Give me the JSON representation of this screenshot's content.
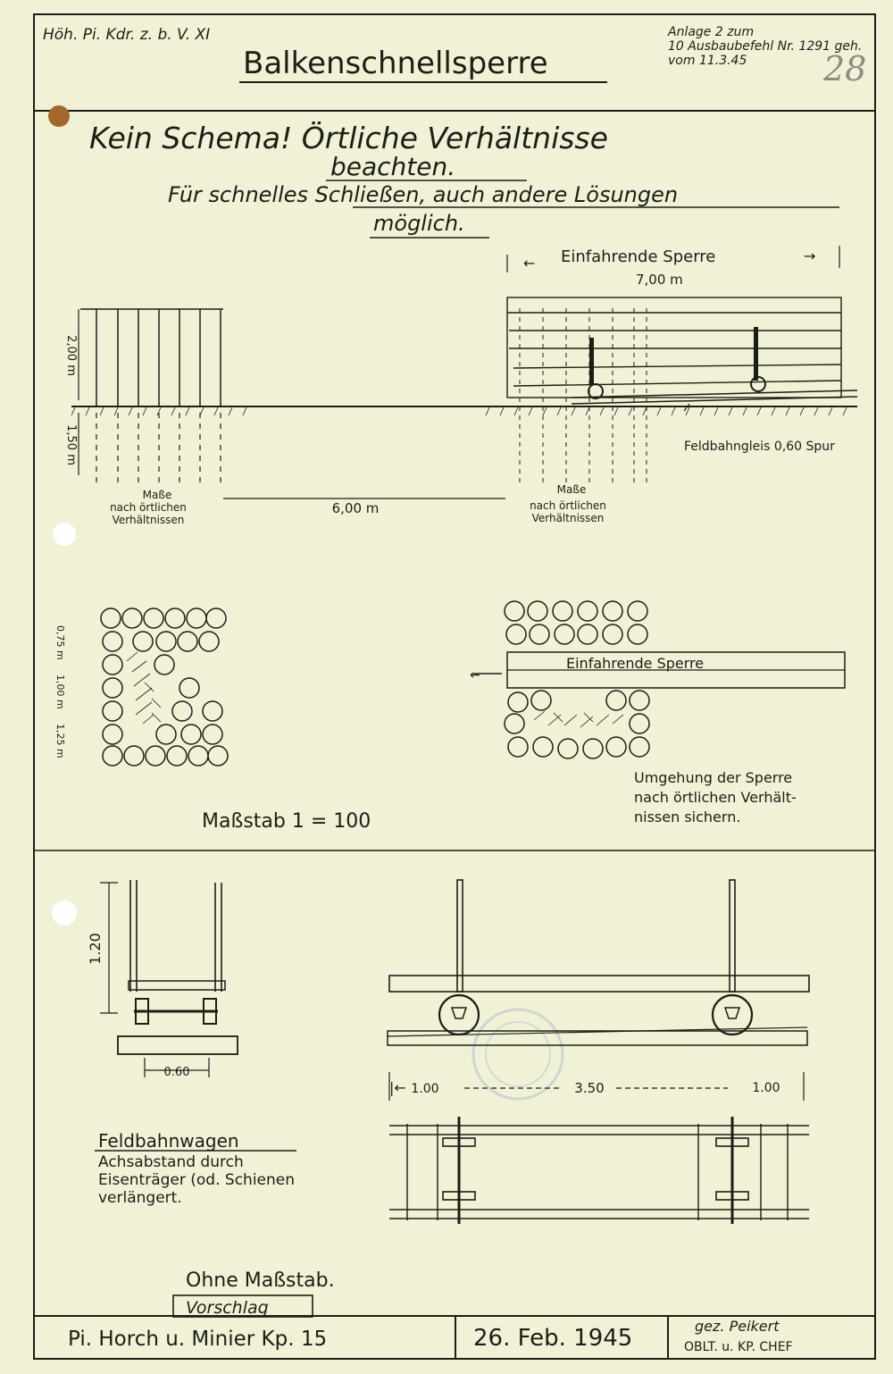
{
  "header": {
    "unit": "Höh. Pi. Kdr. z. b. V. XI",
    "title": "Balkenschnellsperre",
    "annex_line1": "Anlage 2 zum",
    "annex_line2": "10 Ausbaubefehl Nr. 1291 geh.",
    "annex_line3": "vom 11.3.45",
    "page_number": "28"
  },
  "notes": {
    "line1": "Kein Schema! Örtliche Verhältnisse",
    "line2": "beachten.",
    "line3": "Für schnelles Schließen, auch andere Lösungen",
    "line4": "möglich."
  },
  "elevation": {
    "sliding_label": "Einfahrende Sperre",
    "sliding_length": "7,00 m",
    "height_above": "2,00 m",
    "depth_below": "1,50 m",
    "left_dims_line1": "Maße",
    "left_dims_line2": "nach örtlichen",
    "left_dims_line3": "Verhältnissen",
    "gap": "6,00 m",
    "right_dims_line1": "Maße",
    "right_dims_line2": "nach örtlichen",
    "right_dims_line3": "Verhältnissen",
    "track_label": "Feldbahngleis 0,60 Spur"
  },
  "plan": {
    "dim_a": "0,75 m",
    "dim_b": "1,00 m",
    "dim_c": "1,25 m",
    "sliding_label": "Einfahrende Sperre",
    "bypass_line1": "Umgehung der Sperre",
    "bypass_line2": "nach örtlichen Verhält-",
    "bypass_line3": "nissen sichern.",
    "scale": "Maßstab 1 = 100"
  },
  "wagon": {
    "height": "1.20",
    "gauge": "0.60",
    "dim_left": "1.00",
    "dim_mid": "3.50",
    "dim_right": "1.00",
    "title": "Feldbahnwagen",
    "desc_line1": "Achsabstand durch",
    "desc_line2": "Eisenträger (od. Schienen",
    "desc_line3": "verlängert.",
    "no_scale": "Ohne Maßstab."
  },
  "footer": {
    "tag": "Vorschlag",
    "company": "Pi. Horch u. Minier Kp. 15",
    "date": "26. Feb. 1945",
    "signed": "gez. Peikert",
    "rank": "OBLT. u. KP. CHEF"
  }
}
